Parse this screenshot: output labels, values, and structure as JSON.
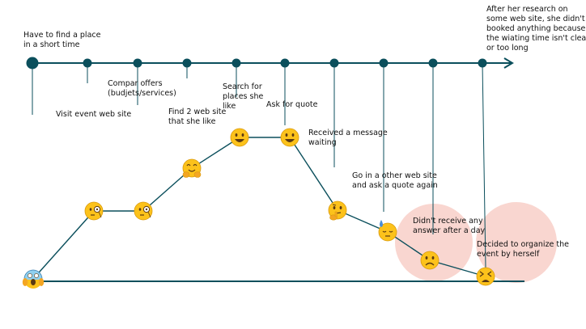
{
  "colors": {
    "line": "#0b4f5c",
    "highlight": "#f9d6d0",
    "emoji_face": "#fcc21b",
    "emoji_outline": "#d99a0e",
    "emoji_dark": "#5b3a12",
    "sweat": "#4a8ed6",
    "hands": "#f4a623"
  },
  "timeline": {
    "steps": [
      {
        "label": "Have to find a place\nin a short time",
        "position": "above"
      },
      {
        "label": "Visit event web site",
        "position": "below"
      },
      {
        "label": "Compar offers\n(budjets/services)",
        "position": "below"
      },
      {
        "label": "Find 2 web site\nthat she like",
        "position": "below"
      },
      {
        "label": "Search for\nplaces she\nlike",
        "position": "below"
      },
      {
        "label": "Ask for quote",
        "position": "below"
      },
      {
        "label": "Received a message\nwaiting",
        "position": "below"
      },
      {
        "label": "Go in a other web site\nand ask a quote again",
        "position": "below"
      },
      {
        "label": "Didn't receive any\nanswer after a day",
        "position": "below"
      },
      {
        "label": "Decided to organize the\nevent by herself",
        "position": "below"
      },
      {
        "label": "After her research on\nsome web site, she didn't\nbooked anything because\nthe wiating time isn't clear\nor too long",
        "position": "above"
      }
    ]
  },
  "emotions": [
    {
      "name": "screaming-face-icon"
    },
    {
      "name": "monocle-face-icon"
    },
    {
      "name": "monocle-face-icon"
    },
    {
      "name": "hugging-face-icon"
    },
    {
      "name": "smiling-face-icon"
    },
    {
      "name": "smiling-face-icon"
    },
    {
      "name": "thinking-face-icon"
    },
    {
      "name": "downcast-sweat-face-icon"
    },
    {
      "name": "frowning-face-icon"
    },
    {
      "name": "tired-face-icon"
    }
  ]
}
